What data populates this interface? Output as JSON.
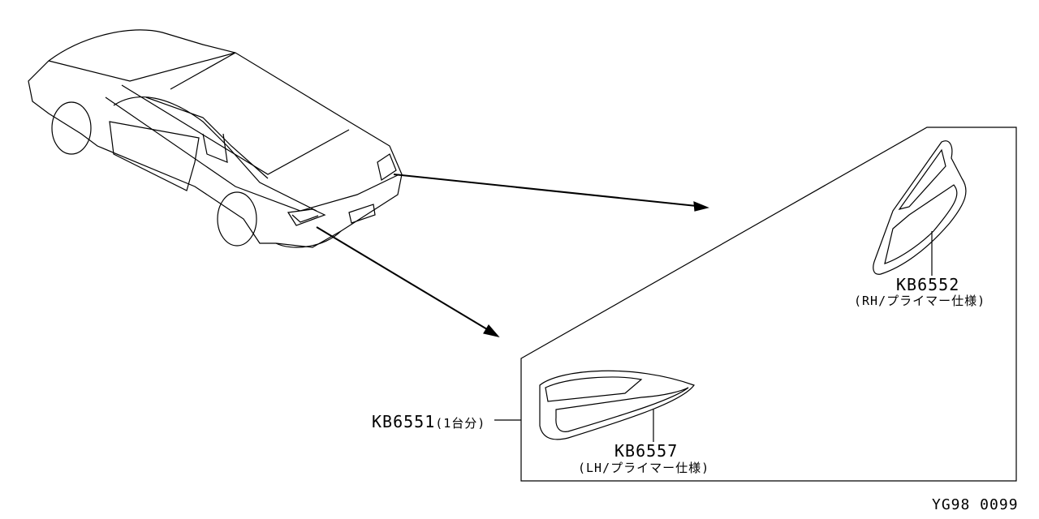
{
  "parts": {
    "set": {
      "number": "KB6551",
      "note": "(1台分)"
    },
    "rh": {
      "number": "KB6552",
      "note": "(RH/プライマー仕様)"
    },
    "lh": {
      "number": "KB6557",
      "note": "(LH/プライマー仕様)"
    }
  },
  "figure_code": "YG98 0099"
}
